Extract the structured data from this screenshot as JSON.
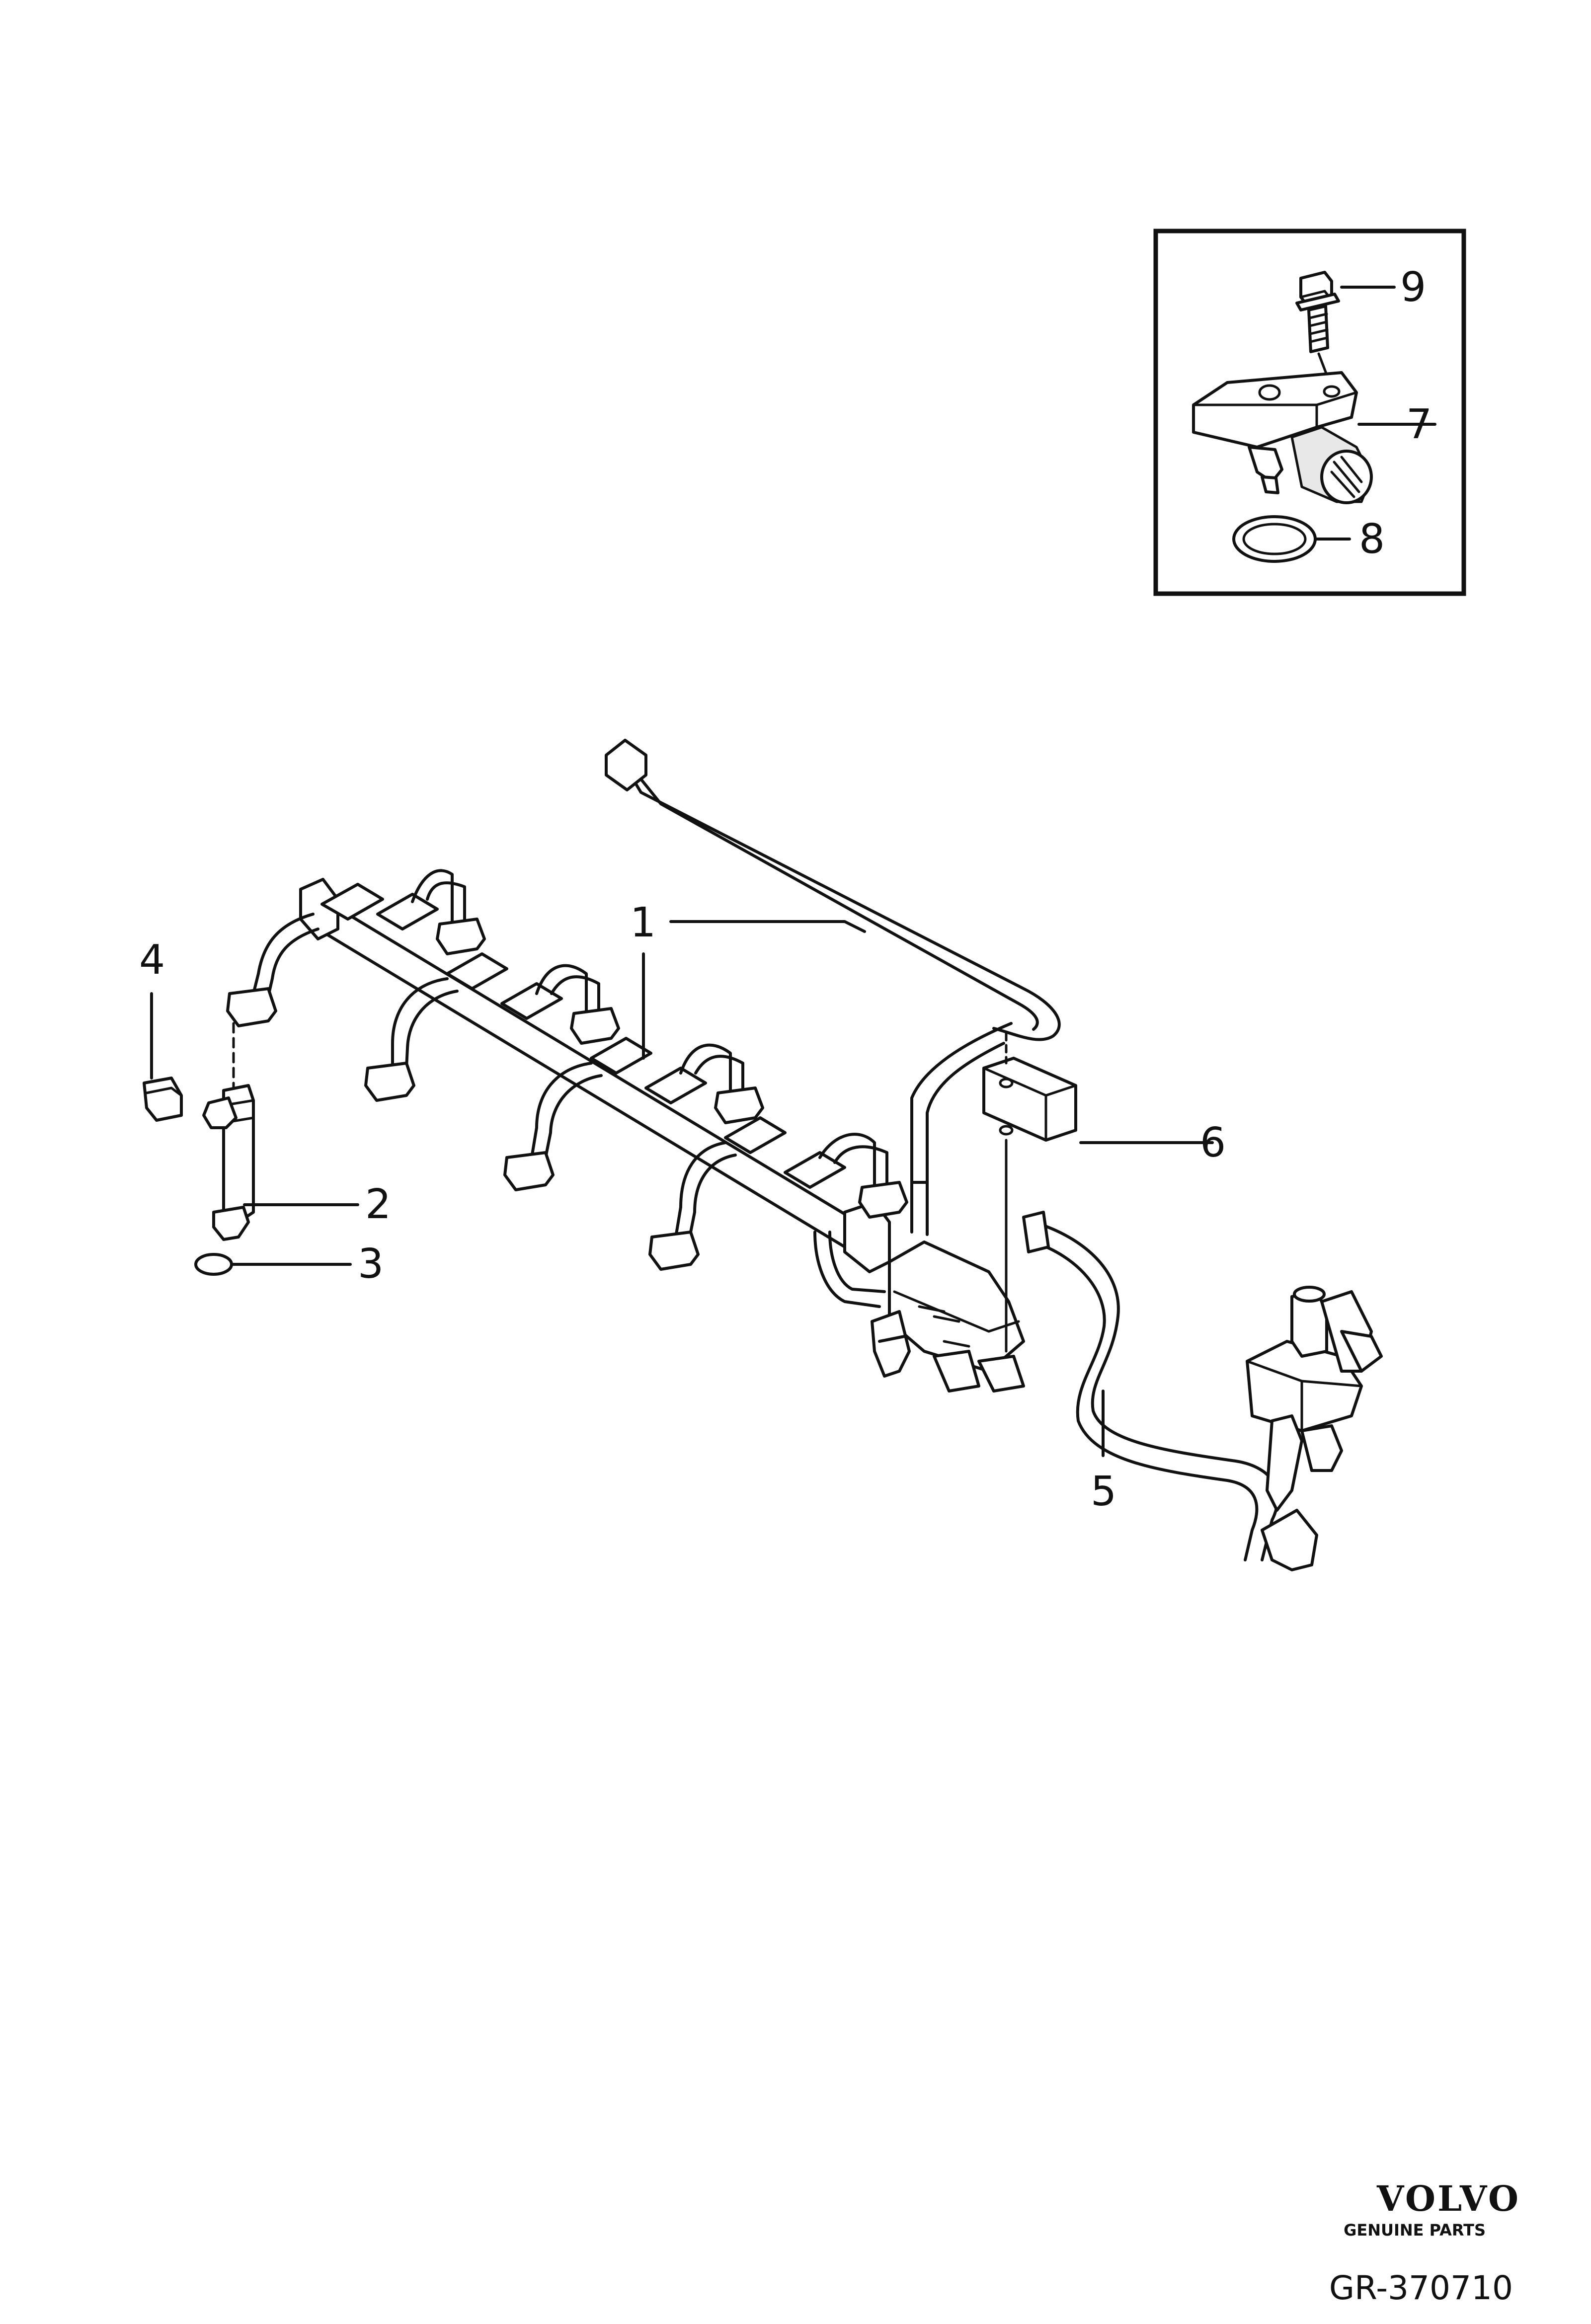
{
  "callouts": [
    {
      "label": "1"
    },
    {
      "label": "2"
    },
    {
      "label": "3"
    },
    {
      "label": "4"
    },
    {
      "label": "5"
    },
    {
      "label": "6"
    },
    {
      "label": "7"
    },
    {
      "label": "8"
    },
    {
      "label": "9"
    }
  ],
  "branding": {
    "logo_text": "VOLVO",
    "subtitle": "GENUINE PARTS",
    "reference": "GR-370710"
  }
}
